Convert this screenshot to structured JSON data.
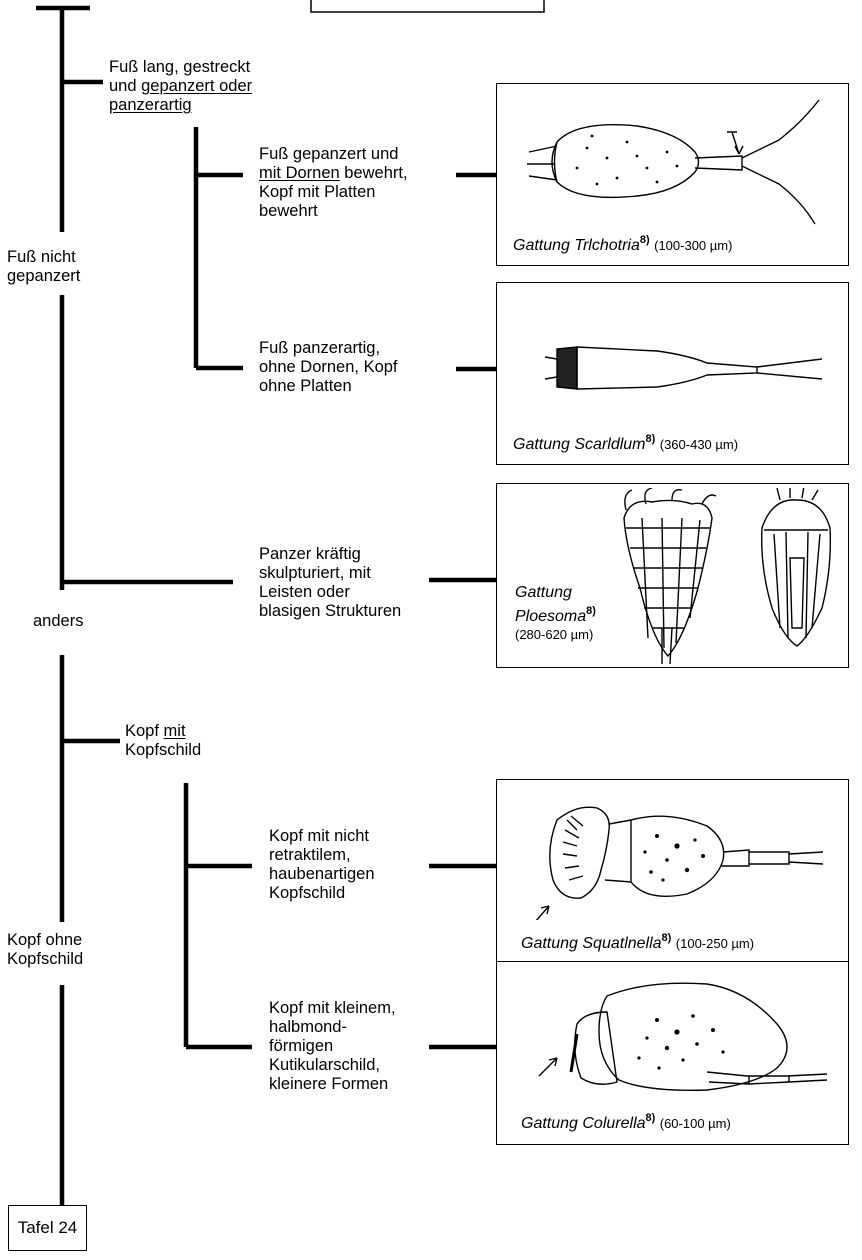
{
  "key_nodes": {
    "left_1": "Fuß nicht\ngepanzert",
    "left_2": "anders",
    "left_3": "Kopf ohne\nKopfschild",
    "branch_a": {
      "pre": "Fuß lang, gestreckt\nund ",
      "u1": "gepanzert oder",
      "mid": "\n",
      "u2": "panzerartig"
    },
    "option_a1": {
      "l1": "Fuß gepanzert und",
      "u": "mit Dornen",
      "post": " bewehrt,",
      "l3": "Kopf mit Platten\nbewehrt"
    },
    "option_a2": "Fuß panzerartig,\nohne Dornen, Kopf\nohne Platten",
    "option_b": "Panzer kräftig\nskulpturiert, mit\nLeisten oder\nblasigen Strukturen",
    "branch_c": {
      "pre": "Kopf ",
      "u": "mit",
      "post": "\nKopfschild"
    },
    "option_c1": "Kopf mit nicht\nretraktilem,\nhaubenartigen\nKopfschild",
    "option_c2": "Kopf mit kleinem,\nhalbmond-\nförmigen\nKutikularschild,\nkleinere Formen"
  },
  "genera": [
    {
      "prefix": "Gattung ",
      "name": "Trlchotria",
      "ref": "8)",
      "size": "(100-300 µm)",
      "icon": "trichotria-illustration"
    },
    {
      "prefix": "Gattung ",
      "name": "Scarldlum",
      "ref": "8)",
      "size": "(360-430 µm)",
      "icon": "scaridium-illustration"
    },
    {
      "prefix": "Gattung",
      "name": "Ploesoma",
      "ref": "8)",
      "size": "(280-620 µm)",
      "icon": "ploesoma-illustration"
    },
    {
      "prefix": "Gattung ",
      "name": "Squatlnella",
      "ref": "8)",
      "size": "(100-250 µm)",
      "icon": "squatinella-illustration"
    },
    {
      "prefix": "Gattung ",
      "name": "Colurella",
      "ref": "8)",
      "size": "(60-100 µm)",
      "icon": "colurella-illustration"
    }
  ],
  "footer": {
    "tafel_label": "Tafel 24"
  }
}
